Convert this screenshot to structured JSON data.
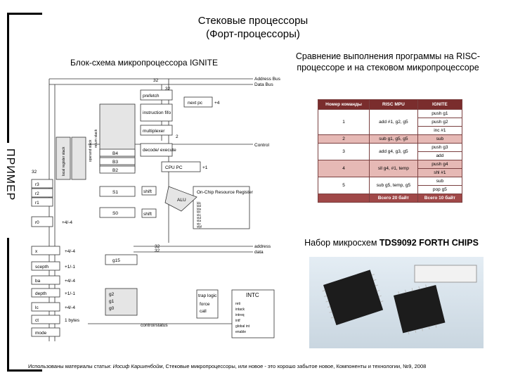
{
  "title_line1": "Стековые процессоры",
  "title_line2": "(Форт-процессоры)",
  "side_label": "ПРИМЕР",
  "diagram_caption": "Блок-схема микропроцессора IGNITE",
  "comparison_caption": "Сравнение выполнения программы на RISC-процессоре и на стековом микропроцессоре",
  "chips_caption_prefix": "Набор микросхем ",
  "chips_caption_bold": "TDS9092 FORTH CHIPS",
  "footer_prefix": "Использованы материалы статьи: ",
  "footer_author": "Иосиф Каршенбойм",
  "footer_rest": ", Стековые микропроцессоры, или новое - это хорошо забытое новое, Компоненты и технологии, №9, 2008",
  "table": {
    "headers": [
      "Номер команды",
      "RISC MPU",
      "IGNITE"
    ],
    "rows": [
      {
        "num": "1",
        "risc": "add #1, g2, g5",
        "ignite": [
          "push g1",
          "push g2",
          "inc #1"
        ],
        "pink": false
      },
      {
        "num": "2",
        "risc": "sub g1, g5, g5",
        "ignite": [
          "sub"
        ],
        "pink": true
      },
      {
        "num": "3",
        "risc": "add g4, g3, g5",
        "ignite": [
          "push g3",
          "add"
        ],
        "pink": false
      },
      {
        "num": "4",
        "risc": "sll g4, #1, temp",
        "ignite": [
          "push g4",
          "shl #1"
        ],
        "pink": true
      },
      {
        "num": "5",
        "risc": "sub g5, temp, g5",
        "ignite": [
          "sub",
          "pop g5"
        ],
        "pink": false
      }
    ],
    "total_risc": "Всего 20 байт",
    "total_ignite": "Всего 10 байт"
  },
  "diagram": {
    "address_bus": "Address Bus",
    "data_bus": "Data Bus",
    "control": "Control",
    "address": "address",
    "data": "data",
    "w32a": "32",
    "w32b": "32",
    "w32c": "32",
    "w32d": "32",
    "w32e": "32",
    "w2": "2",
    "prefetch": "prefetch",
    "next_pc": "next pc",
    "plus4": "+4",
    "instr_fifo": "instruction fifo",
    "multiplexer": "multiplexer",
    "decode": "decode/ execute",
    "cpu_pc": "CPU PC",
    "plus1": "+1",
    "b4": "B4",
    "b3": "B3",
    "b2": "B2",
    "s1": "S1",
    "s0": "S0",
    "alu": "ALU",
    "shift": "shift",
    "shift2": "shift",
    "r3": "r3",
    "r2": "r2",
    "r1": "r1",
    "r0": "r0",
    "r0_op": "+4/-4",
    "onchip": "On-Chip Resource Register",
    "res_items": [
      "ldx",
      "ldd",
      "lda",
      "ldc",
      "stx",
      "std",
      "sta",
      "stc",
      "sfpl"
    ],
    "x": "x",
    "x_op": "+4/-4",
    "scepth": "scepth",
    "scepth_op": "+1/-1",
    "ba": "ba",
    "ba_op": "+4/-4",
    "depth": "depth",
    "depth_op": "+1/-1",
    "lc": "lc",
    "lc_op": "+4/-4",
    "ct": "ct",
    "ct_op": "1 bytes",
    "mode": "mode",
    "g15": "g15",
    "g2": "g2",
    "g1": "g1",
    "g0": "g0",
    "trap": "trap logic",
    "force": "force",
    "call": "call",
    "intc": "INTC",
    "intc_items": [
      "reti",
      "intack",
      "intreq",
      "intf",
      "global int",
      "enable"
    ],
    "control_status": "control/status",
    "aux_reg": "local register stack",
    "return_stack": "return stack",
    "operand_stack": "operand stack"
  }
}
